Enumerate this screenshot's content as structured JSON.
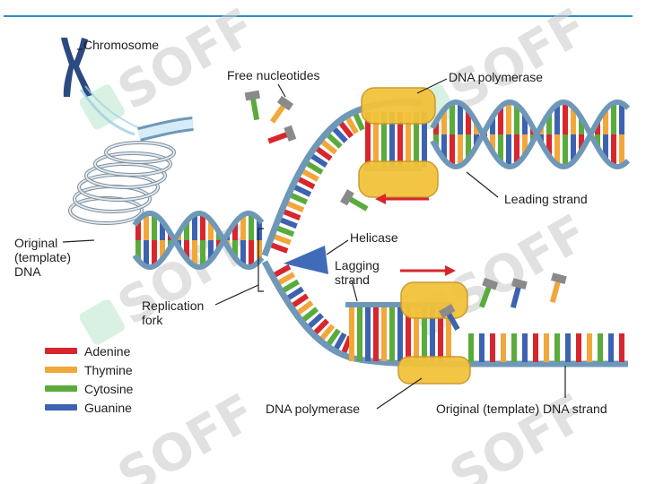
{
  "labels": {
    "chromosome": "Chromosome",
    "free_nucleotides": "Free nucleotides",
    "dna_polymerase_top": "DNA polymerase",
    "leading_strand": "Leading strand",
    "original_dna": [
      "Original",
      "(template)",
      "DNA"
    ],
    "helicase": "Helicase",
    "lagging_strand": [
      "Lagging",
      "strand"
    ],
    "replication_fork": [
      "Replication",
      "fork"
    ],
    "dna_polymerase_bottom": "DNA polymerase",
    "original_template_strand": "Original (template) DNA strand"
  },
  "legend": [
    {
      "label": "Adenine",
      "color": "#d7262e"
    },
    {
      "label": "Thymine",
      "color": "#f2a73b"
    },
    {
      "label": "Cytosine",
      "color": "#5aab3c"
    },
    {
      "label": "Guanine",
      "color": "#3d63b0"
    }
  ],
  "watermark": "SOFF",
  "colors": {
    "top_rule": "#2d8fc5",
    "backbone": "#bcd9ee",
    "backbone_edge": "#6f98b8",
    "polymerase": "#f2c23a",
    "polymerase_edge": "#c9962a",
    "helicase": "#3f6bb8",
    "chromosome": "#2b4a7f",
    "arrow": "#d7262e"
  }
}
